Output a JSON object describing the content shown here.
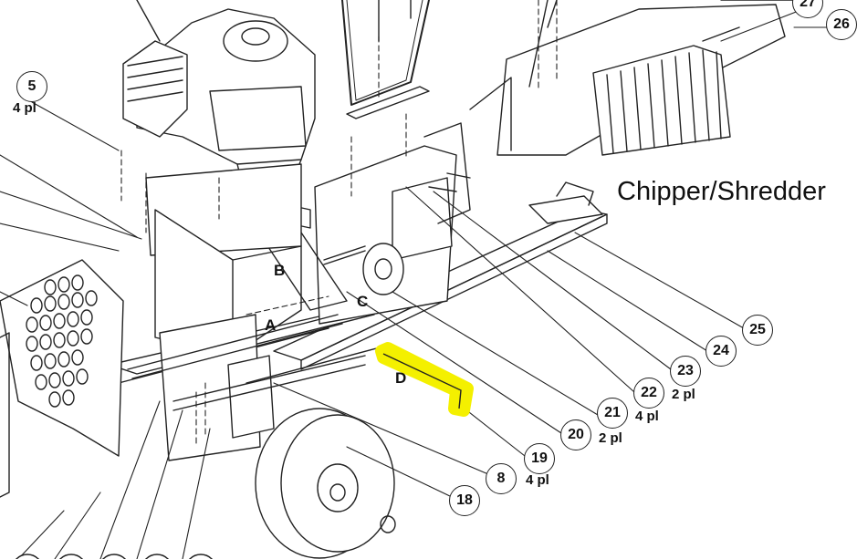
{
  "title": "Chipper/Shredder",
  "highlight_color": "#f4f000",
  "callouts": [
    {
      "number": "5",
      "qty": "4 pl"
    },
    {
      "number": "8",
      "qty": ""
    },
    {
      "number": "18",
      "qty": ""
    },
    {
      "number": "19",
      "qty": "4 pl"
    },
    {
      "number": "20",
      "qty": "2 pl"
    },
    {
      "number": "21",
      "qty": "4 pl"
    },
    {
      "number": "22",
      "qty": "2 pl"
    },
    {
      "number": "23",
      "qty": ""
    },
    {
      "number": "24",
      "qty": ""
    },
    {
      "number": "25",
      "qty": ""
    },
    {
      "number": "26",
      "qty": ""
    },
    {
      "number": "27",
      "qty": ""
    }
  ],
  "letters": [
    "A",
    "B",
    "C",
    "D"
  ]
}
